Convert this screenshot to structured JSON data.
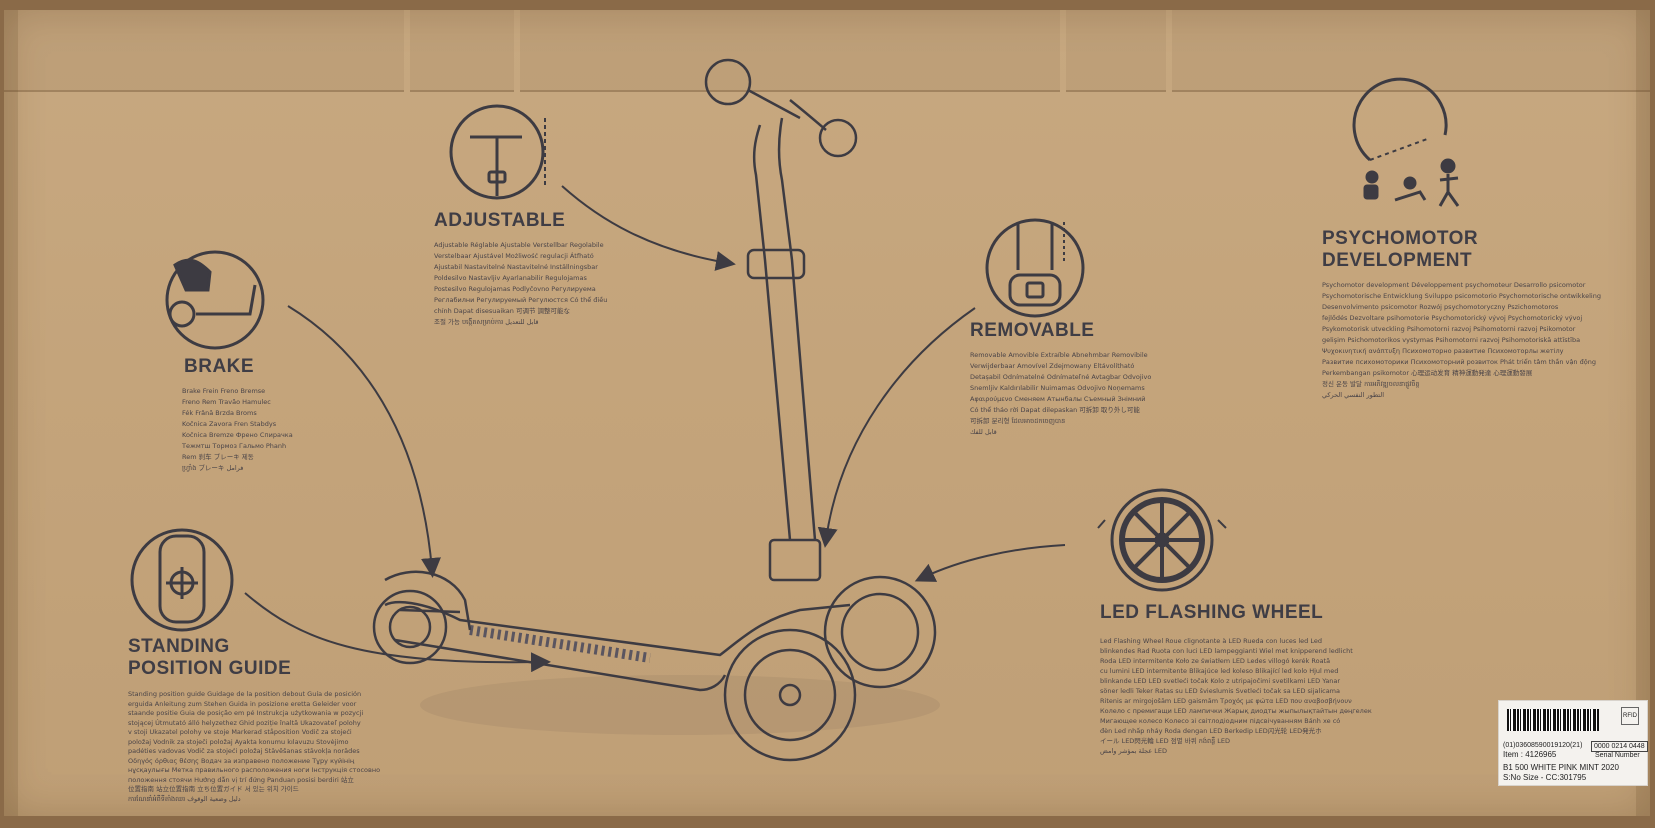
{
  "features": {
    "adjustable": {
      "title": "ADJUSTABLE",
      "translations": [
        "Adjustable  Réglable  Ajustable  Verstellbar  Regolabile",
        "Verstelbaar  Ajustável  Możliwość regulacji  Átfható",
        "Ajustabil  Nastavitelné  Nastavitelné  Inställningsbar",
        "Poldesilvo  Nastavljiv  Ayarlanabilir  Regulojamas",
        "Postesilvo  Regulojamas  Podlyčovno  Регулируема",
        "Реглабилни  Регулируемый  Регулюстся  Có thể điều",
        "chỉnh  Dapat disesuaikan  可调节  調整可能な",
        "조절 가능  បង្កើតសម្រាប់ការ  قابل للتعديل"
      ]
    },
    "brake": {
      "title": "BRAKE",
      "translations": [
        "Brake  Frein  Freno  Bremse",
        "Freno  Rem  Travão  Hamulec",
        "Fék  Frână  Brzda  Broms",
        "Kočnica  Zavora  Fren  Stabdys",
        "Kočnica  Bremze  Френо  Спирачка",
        "Тежмтш  Тормоз  Гальмо  Phanh",
        "Rem  刹车  ブレーキ  제동",
        "ហ្វ្រាំង  ブレーキ  فرامل"
      ]
    },
    "removable": {
      "title": "REMOVABLE",
      "translations": [
        "Removable  Amovible  Extraíble  Abnehmbar  Removibile",
        "Verwijderbaar  Amovível  Zdejmowany  Eltávolítható",
        "Detașabil  Odnímatelné  Odnímateľné  Avtagbar  Odvojivo",
        "Snemljiv  Kaldırılabilir  Nuimamas  Odvojivo  Noņemams",
        "Αφαιρούμενο  Сменяем  Атынбалы  Съемный  Знімний",
        "Có thể tháo rời  Dapat dilepaskan  可拆卸  取り外し可能",
        "可拆卸  분리형  ដែលអាចដកចេញបាន",
        "قابل للفك"
      ]
    },
    "psychomotor": {
      "title_line1": "PSYCHOMOTOR",
      "title_line2": "DEVELOPMENT",
      "translations": [
        "Psychomotor development  Développement psychomoteur  Desarrollo psicomotor",
        "Psychomotorische Entwicklung  Sviluppo psicomotorio  Psychomotorische ontwikkeling",
        "Desenvolvimento psicomotor  Rozwój psychomotoryczny  Pszichomotoros",
        "fejlődés  Dezvoltare psihomotorie  Psychomotorický vývoj  Psychomotorický vývoj",
        "Psykomotorisk utveckling  Psihomotorni razvoj  Psihomotorni razvoj  Psikomotor",
        "gelişim  Psichomotorikos vystymas  Psihomotorni razvoj  Psihomotoriskā attīstība",
        "Ψυχοκινητική ανάπτυξη  Психомоторно развитие  Психомоторлы жетілу",
        "Развитие психомоторики  Психомоторний розвиток  Phát triển tâm thần vận động",
        "Perkembangan psikomotor  心理运动发育  精神運動発達  心理運動發展",
        "정신 운동 발달  ការអភិវឌ្ឍចលនាផ្លូវចិត្ត",
        "التطور النفسي الحركي"
      ]
    },
    "standing_guide": {
      "title_line1": "STANDING",
      "title_line2": "POSITION GUIDE",
      "translations": [
        "Standing position guide  Guidage de la position debout  Guía de posición",
        "erguida  Anleitung zum Stehen  Guida in posizione eretta  Geleider voor",
        "staande positie  Guia de posição em pé  Instrukcja użytkowania w pozycji",
        "stojącej  Útmutató álló helyzethez  Ghid poziție înaltă  Ukazovateľ polohy",
        "v stoji  Ukazatel polohy ve stoje  Markerad ståposition  Vodič za stojeći",
        "položaj  Vodnik za stoječi položaj  Ayakta konumu kılavuzu  Stovėjimo",
        "padėties vadovas  Vodič za stojeći položaj  Stāvēšanas stāvokļa norādes",
        "Οδηγός όρθιας θέσης  Водач за изправено положение  Тұру күйінің",
        "нұсқаулығы  Метка правильного расположения ноги  Інструкція стосовно",
        "положення стоячи  Hướng dẫn vị trí đứng  Panduan posisi berdiri  站立",
        "位置指南  站立位置指南  立ち位置ガイド  서 있는 위치 가이드",
        "ការណែនាំអំពីទីតាំងឈរ  دليل وضعية الوقوف"
      ]
    },
    "led": {
      "title": "LED FLASHING WHEEL",
      "translations": [
        "Led Flashing Wheel  Roue clignotante à LED  Rueda con luces led  Led",
        "blinkendes Rad  Ruota con luci LED lampeggianti  Wiel met knipperend ledlicht",
        "Roda LED intermitente  Koło ze światłem LED  Ledes villogó kerék  Roată",
        "cu lumini LED intermitente  Blikajúce led koleso  Blikající led kolo  Hjul med",
        "blinkande LED  LED svetleći točak  Kolo z utripajočimi svetilkami LED  Yanar",
        "söner ledli Teker  Ratas su LED švieslumis  Svetleći točak sa LED sijalicama",
        "Ritenis ar mirgojošām LED gaismām  Τροχός με φώτα LED που αναβοσβήνουν",
        "Колело с премигащи LED лампички  Жарық диодты жыпылықтайтын дөңгелек",
        "Мигающее колесо  Колесо зі світлодіодним підсвічуванням  Bánh xe có",
        "đèn Led nhấp nháy  Roda dengan LED Berkedip  LED闪光轮  LED発光ホ",
        "イール  LED閃光輪  LED 점멸 바퀴  កង់ពន្លឺ LED",
        "عجلة بمؤشر وامض LED"
      ]
    }
  },
  "label": {
    "barcode_number": "(01)03608590019120(21)",
    "item": "Item : 4126965",
    "serial_number": "0000 0214 0448",
    "serial_caption": "Serial Number",
    "product": "B1 500 WHITE PINK MINT 2020",
    "size": "S:No Size - CC:301795",
    "rfid": "RFID"
  },
  "colors": {
    "cardboard": "#c4a47b",
    "ink": "#3d3b42",
    "label_bg": "#f4f2ee"
  },
  "icons": [
    "adjust-handlebar-icon",
    "brake-icon",
    "removable-icon",
    "psychomotor-icon",
    "standing-guide-icon",
    "led-wheel-icon",
    "scooter-illustration"
  ]
}
